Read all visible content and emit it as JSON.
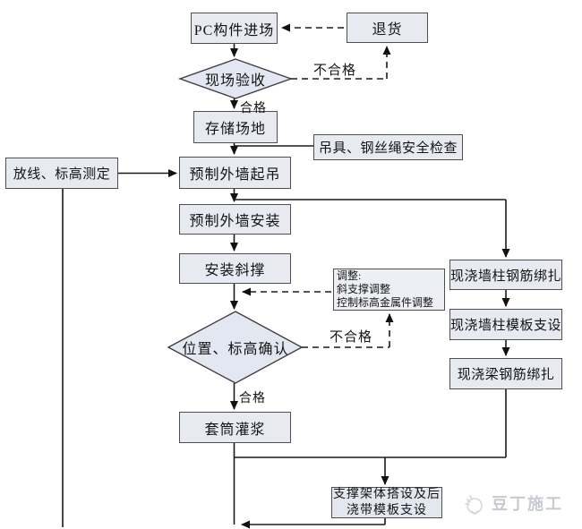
{
  "flowchart": {
    "title": "PC component installation process flowchart",
    "nodes": {
      "pc_entry": {
        "label": "PC构件进场"
      },
      "return_goods": {
        "label": "退货"
      },
      "site_acceptance": {
        "label": "现场验收"
      },
      "storage": {
        "label": "存储场地"
      },
      "rigging_check": {
        "label": "吊具、钢丝绳安全检查"
      },
      "layout_survey": {
        "label": "放线、标高测定"
      },
      "wall_hoist": {
        "label": "预制外墙起吊"
      },
      "wall_install": {
        "label": "预制外墙安装"
      },
      "install_brace": {
        "label": "安装斜撑"
      },
      "adjust_note": {
        "line1": "调整:",
        "line2": "斜支撑调整",
        "line3": "控制标高金属件调整"
      },
      "position_check": {
        "label": "位置、标高确认"
      },
      "sleeve_grouting": {
        "label": "套筒灌浆"
      },
      "cip_wall_rebar": {
        "label": "现浇墙柱钢筋绑扎"
      },
      "cip_wall_formwork": {
        "label": "现浇墙柱模板支设"
      },
      "cip_beam_rebar": {
        "label": "现浇梁钢筋绑扎"
      },
      "support_frame": {
        "line1": "支撑架体搭设及后",
        "line2": "浇带模板支设"
      }
    },
    "edge_labels": {
      "reject_top": "不合格",
      "pass_top": "合格",
      "reject_mid": "不合格",
      "pass_mid": "合格"
    },
    "watermark": "豆丁施工",
    "colors": {
      "node_fill": "#e7eaf1",
      "node_border": "#4f4f4f",
      "diamond_fill": "#e2e7f1",
      "line_color": "#1b1b1b",
      "watermark_color": "#c6cad1"
    }
  }
}
